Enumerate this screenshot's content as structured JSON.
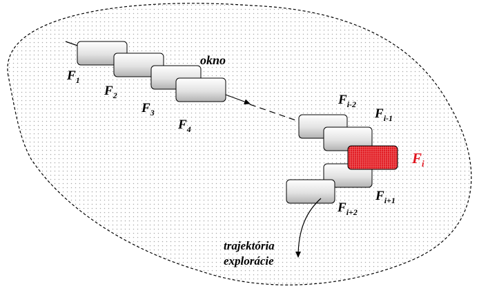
{
  "labels": {
    "f1": {
      "base": "F",
      "sub": "1"
    },
    "f2": {
      "base": "F",
      "sub": "2"
    },
    "f3": {
      "base": "F",
      "sub": "3"
    },
    "f4": {
      "base": "F",
      "sub": "4"
    },
    "okno": "okno",
    "fim2": {
      "base": "F",
      "sub": "i-2"
    },
    "fim1": {
      "base": "F",
      "sub": "i-1"
    },
    "fi": {
      "base": "F",
      "sub": "i"
    },
    "fip1": {
      "base": "F",
      "sub": "i+1"
    },
    "fip2": {
      "base": "F",
      "sub": "i+2"
    },
    "trajectory_line1": "trajektória",
    "trajectory_line2": "explorácie"
  },
  "colors": {
    "highlight": "#e0141e",
    "frame_gray": "#d4d4d4",
    "dots": "#b0b0b0"
  }
}
